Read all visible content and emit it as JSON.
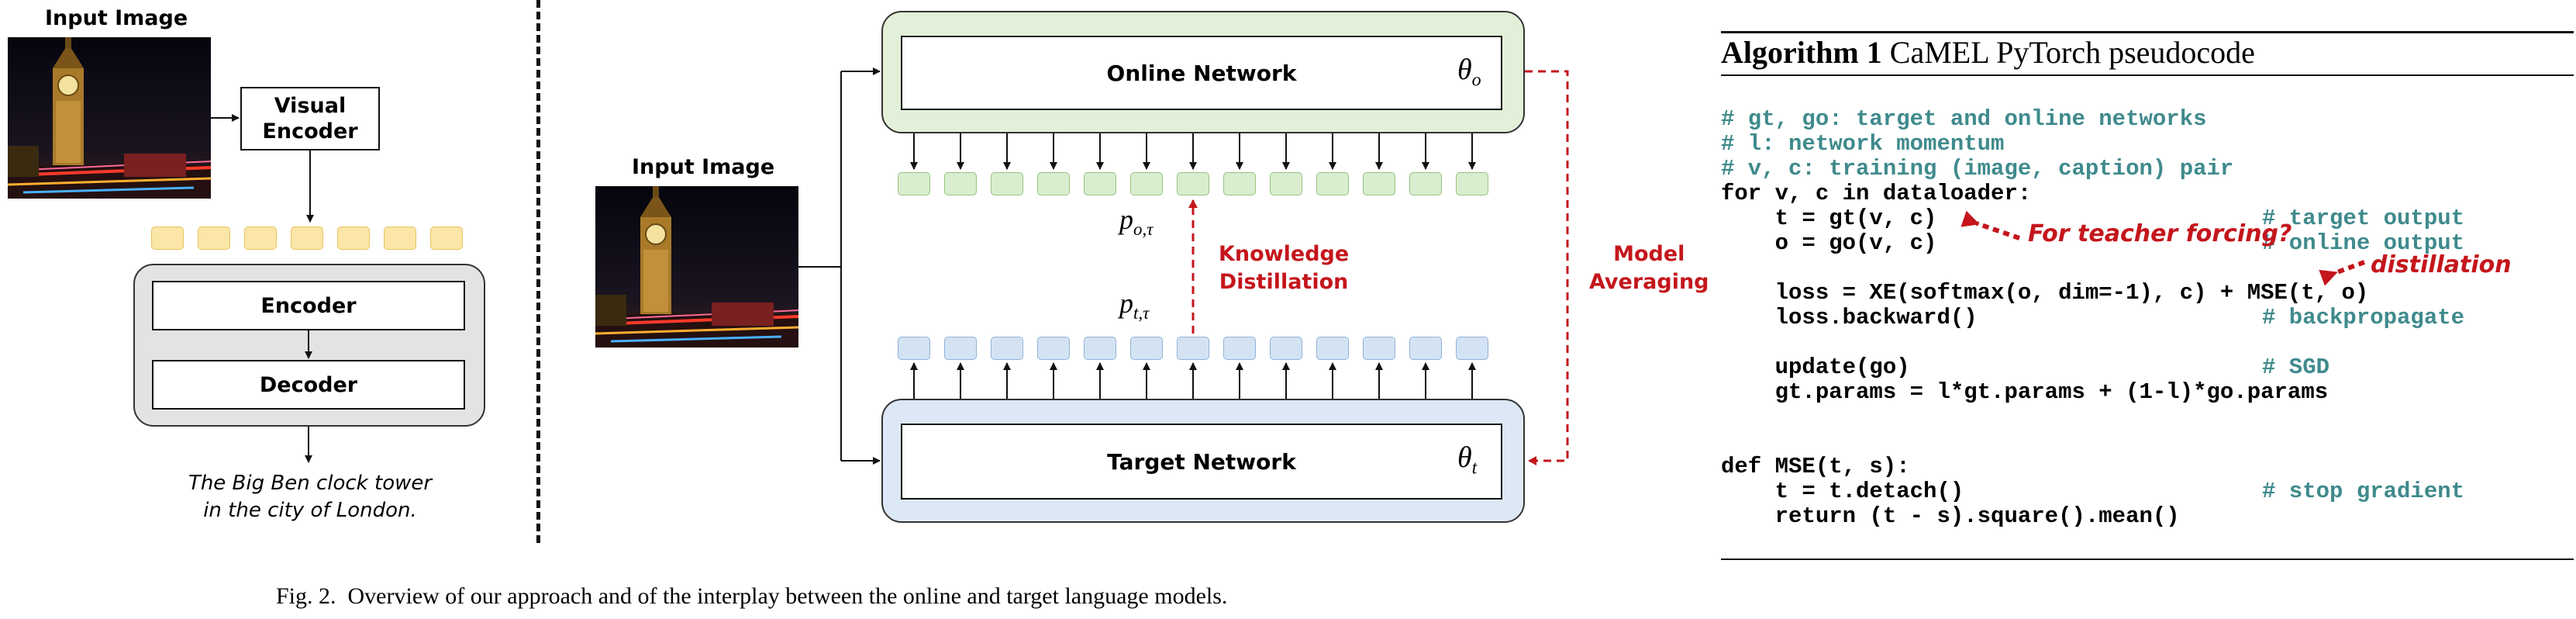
{
  "left": {
    "input_label": "Input Image",
    "visual_encoder": "Visual\nEncoder",
    "encoder": "Encoder",
    "decoder": "Decoder",
    "caption_line1": "The Big Ben clock tower",
    "caption_line2": "in the city of London."
  },
  "middle": {
    "input_label": "Input Image",
    "online_network": "Online Network",
    "target_network": "Target Network",
    "theta_o": "θ",
    "theta_o_sub": "o",
    "theta_t": "θ",
    "theta_t_sub": "t",
    "p_o": "p",
    "p_o_sub": "o,τ",
    "p_t": "p",
    "p_t_sub": "t,τ",
    "knowledge_distillation": "Knowledge\nDistillation",
    "model_averaging": "Model\nAveraging"
  },
  "algorithm": {
    "title_bold": "Algorithm 1",
    "title_rest": " CaMEL PyTorch pseudocode",
    "annotation_teacher": "For teacher forcing?",
    "annotation_distill": "distillation",
    "lines": [
      {
        "code": "",
        "comment": "# gt, go: target and online networks"
      },
      {
        "code": "",
        "comment": "# l: network momentum"
      },
      {
        "code": "",
        "comment": "# v, c: training (image, caption) pair"
      },
      {
        "code": "for v, c in dataloader:",
        "comment": ""
      },
      {
        "code": "    t = gt(v, c)",
        "comment": "# target output"
      },
      {
        "code": "    o = go(v, c)",
        "comment": "# online output"
      },
      {
        "code": "",
        "comment": ""
      },
      {
        "code": "    loss = XE(softmax(o, dim=-1), c) + MSE(t, o)",
        "comment": ""
      },
      {
        "code": "    loss.backward()",
        "comment": "# backpropagate"
      },
      {
        "code": "",
        "comment": ""
      },
      {
        "code": "    update(go)",
        "comment": "# SGD"
      },
      {
        "code": "    gt.params = l*gt.params + (1-l)*go.params",
        "comment": ""
      },
      {
        "code": "",
        "comment": ""
      },
      {
        "code": "",
        "comment": ""
      },
      {
        "code": "def MSE(t, s):",
        "comment": ""
      },
      {
        "code": "    t = t.detach()",
        "comment": "# stop gradient"
      },
      {
        "code": "    return (t - s).square().mean()",
        "comment": ""
      }
    ]
  },
  "caption": "Fig. 2.  Overview of our approach and of the interplay between the online and target language models.",
  "colors": {
    "accent_red": "#c4161c",
    "comment_teal": "#3f8a8c",
    "online_bg": "#e3f0d9",
    "target_bg": "#dce8f5",
    "encdec_bg": "#e3e3e3"
  }
}
